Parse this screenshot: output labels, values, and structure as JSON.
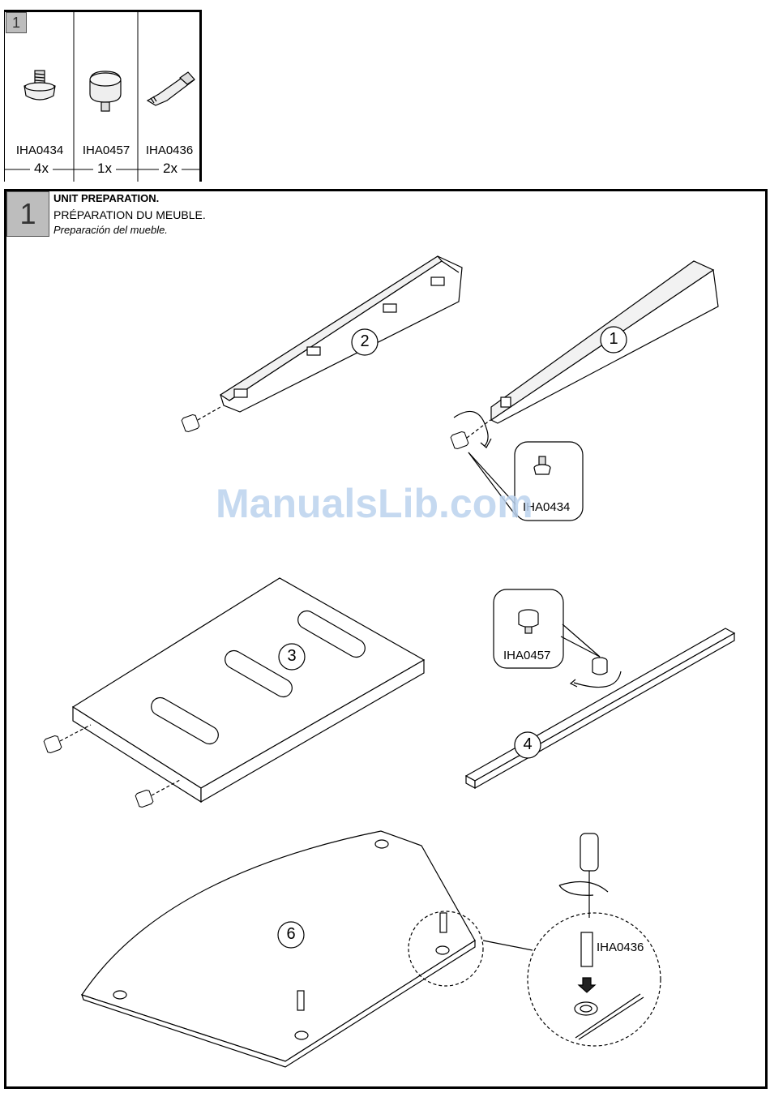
{
  "parts_panel": {
    "badge": "1",
    "parts": [
      {
        "code": "IHA0434",
        "qty": "4x",
        "icon": "bolt-with-foot-icon"
      },
      {
        "code": "IHA0457",
        "qty": "1x",
        "icon": "foot-glide-icon"
      },
      {
        "code": "IHA0436",
        "qty": "2x",
        "icon": "dowel-connector-icon"
      }
    ]
  },
  "step": {
    "number": "1",
    "title_en": "UNIT PREPARATION.",
    "title_fr": "PRÉPARATION DU MEUBLE.",
    "title_es": "Preparación del mueble."
  },
  "callouts": {
    "part_1": "1",
    "part_2": "2",
    "part_3": "3",
    "part_4": "4",
    "part_6": "6"
  },
  "labels": {
    "detail_a": "IHA0434",
    "detail_b": "IHA0457",
    "detail_c": "IHA0436"
  },
  "watermark": "ManualsLib.com"
}
